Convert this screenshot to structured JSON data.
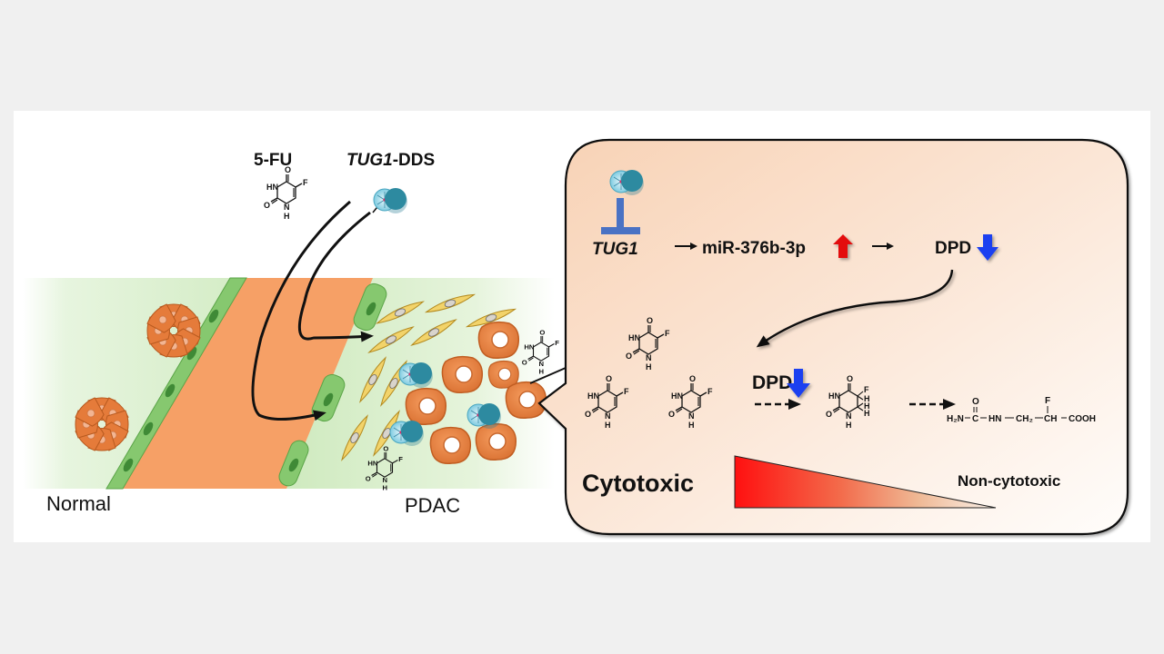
{
  "labels": {
    "fu": "5-FU",
    "dds_italic": "TUG1",
    "dds_rest": "-DDS",
    "normal": "Normal",
    "pdac": "PDAC",
    "tug1": "TUG1",
    "mirna": "miR-376b-3p",
    "dpd_top": "DPD",
    "dpd_mid": "DPD",
    "cytotoxic": "Cytotoxic",
    "non_cytotoxic": "Non-cytotoxic"
  },
  "chem": {
    "o": "O",
    "f": "F",
    "hn": "HN",
    "n": "N",
    "h": "H",
    "metabolite": {
      "h2n": "H₂N",
      "c": "C",
      "hn": "HN",
      "ch2": "CH₂",
      "ch": "CH",
      "cooh": "COOH",
      "o": "O",
      "f": "F"
    }
  },
  "icons": {
    "up_arrow": "red-up-arrow-icon",
    "down_arrow": "blue-down-arrow-icon",
    "inhibit": "inhibition-t-bar-icon",
    "nanoparticle": "nanoparticle-icon"
  },
  "colors": {
    "up_arrow": "#e31010",
    "down_arrow": "#1a3ff0",
    "inhibit": "#4a72c4",
    "panel_bg": "#fbe0cc",
    "tumor_cell": "#e8874a",
    "vessel": "#f6a066",
    "endothelium": "#7fc46c",
    "gradient_start": "#ff1010"
  }
}
